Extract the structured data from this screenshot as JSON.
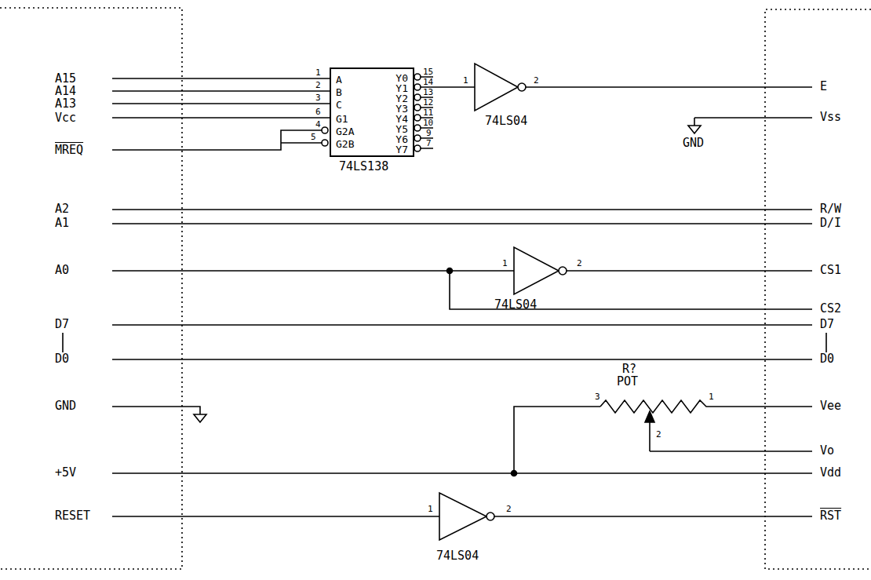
{
  "diagram": {
    "nodes": [
      {
        "text": [
          "A",
          "B",
          "C",
          "G1",
          "G2A",
          "G2B",
          "Y0",
          "Y1",
          "Y2",
          "Y3",
          "Y4",
          "Y5",
          "Y6",
          "Y7",
          "74LS138"
        ]
      }
    ],
    "labels": [
      "A15",
      "A14",
      "A13",
      "Vcc",
      "MREQ",
      "A2",
      "A1",
      "A0",
      "D7",
      "D0",
      "GND",
      "+5V",
      "RESET",
      "1",
      "2",
      "3",
      "6",
      "4",
      "5",
      "15",
      "14",
      "13",
      "12",
      "11",
      "10",
      "9",
      "7",
      "1",
      "2",
      "74LS04",
      "E",
      "Vss",
      "GND",
      "R/W",
      "D/I",
      "1",
      "2",
      "74LS04",
      "CS1",
      "CS2",
      "D7",
      "D0",
      "R?",
      "POT",
      "3",
      "1",
      "2",
      "Vee",
      "Vo",
      "Vdd",
      "1",
      "2",
      "74LS04",
      "RST"
    ]
  }
}
